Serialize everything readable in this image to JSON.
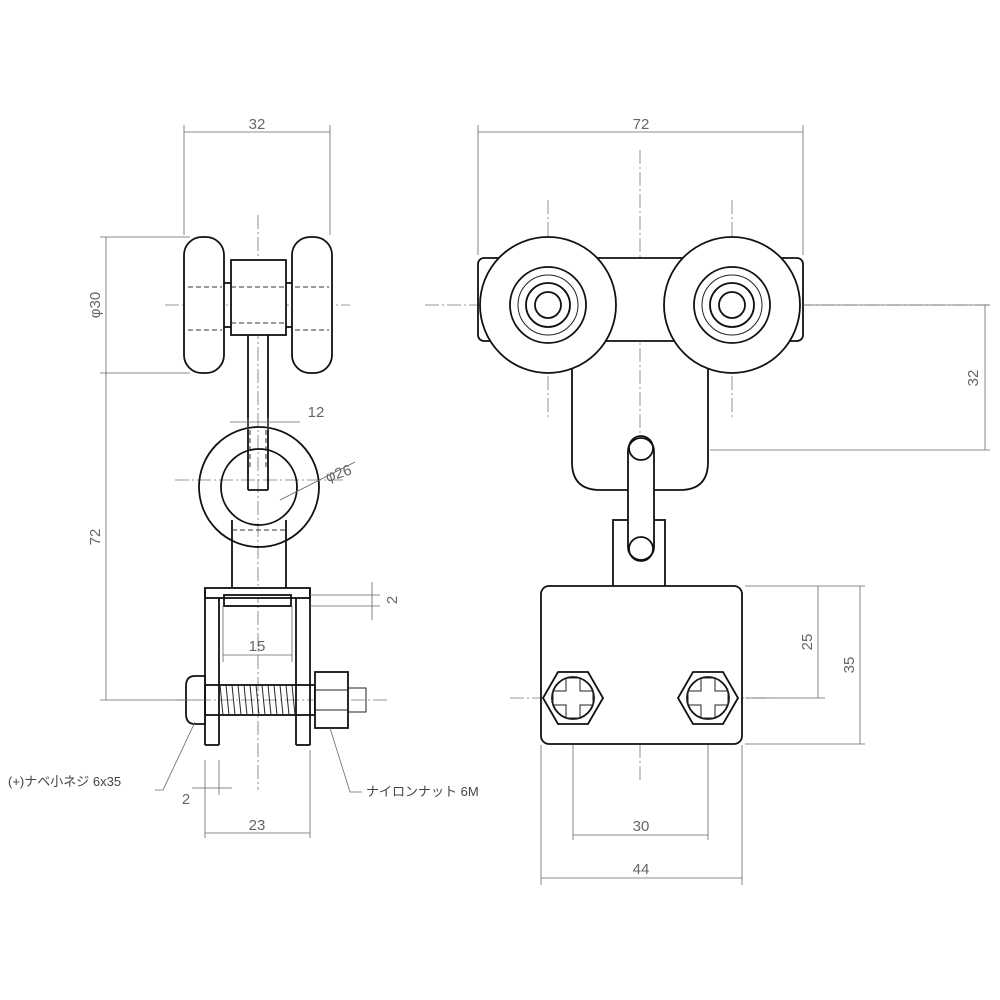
{
  "dimensions": {
    "side_width_top": "32",
    "front_width_top": "72",
    "wheel_diameter": "φ30",
    "stem_width": "12",
    "ring_diameter": "φ26",
    "side_height_total": "72",
    "plate_thickness": "2",
    "bracket_inner": "15",
    "bolt_offset": "2",
    "bracket_width": "23",
    "wheel_axis_offset": "32",
    "screw_height": "25",
    "block_height": "35",
    "screw_pitch": "30",
    "block_width": "44"
  },
  "notes": {
    "screw": "(+)ナベ小ネジ 6x35",
    "nut": "ナイロンナット 6M"
  }
}
